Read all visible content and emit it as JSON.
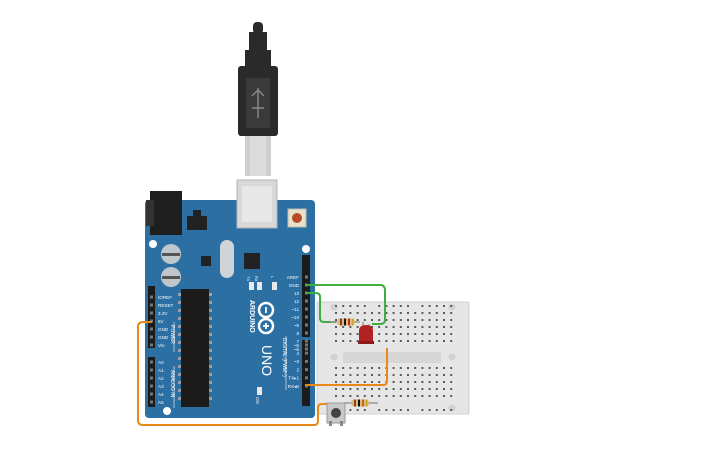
{
  "board": {
    "logo_text": "ARDUINO",
    "model": "UNO",
    "on_label": "ON",
    "tx_label": "TX",
    "rx_label": "RX",
    "l_label": "L",
    "digital_label": "DIGITAL (PWM~)",
    "power_label": "POWER",
    "analog_label": "ANALOG IN",
    "power_pins": [
      "IOREF",
      "RESET",
      "3.3V",
      "5V",
      "GND",
      "GND",
      "Vin"
    ],
    "analog_pins": [
      "A0",
      "A1",
      "A2",
      "A3",
      "A4",
      "A5"
    ],
    "digital_pins": [
      "AREF",
      "GND",
      "13",
      "12",
      "~11",
      "~10",
      "~9",
      "8",
      "7",
      "~6",
      "~5",
      "4",
      "~3",
      "2",
      "TX▸1",
      "RX◂0"
    ]
  },
  "colors": {
    "board": "#2b6fa3",
    "board_dark": "#1d5680",
    "breadboard": "#e6e6e6",
    "wire_green": "#3fae3f",
    "wire_orange": "#e8891a",
    "led": "#b22222",
    "usb": "#2a2a2a"
  }
}
